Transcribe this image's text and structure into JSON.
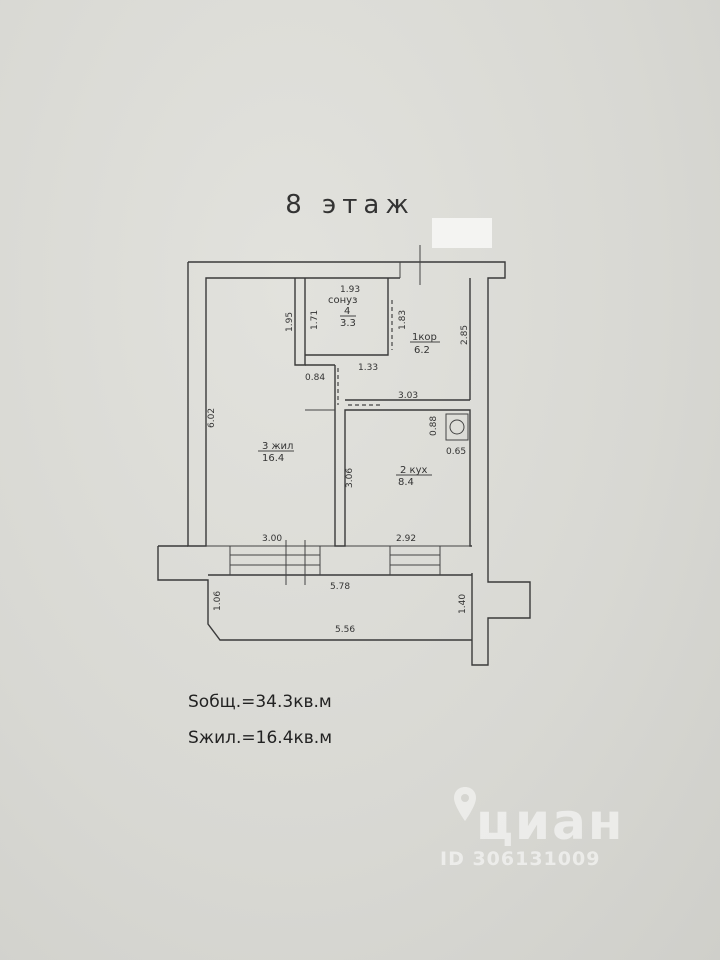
{
  "floor_title": "8 этаж",
  "rooms": {
    "bathroom": {
      "name": "сонуз",
      "number": "4",
      "area": "3.3"
    },
    "corridor": {
      "name": "1кор",
      "area": "6.2"
    },
    "living": {
      "name": "3 жил",
      "area": "16.4"
    },
    "kitchen": {
      "name": "2 кух",
      "area": "8.4"
    }
  },
  "dimensions": {
    "bath_top": "1.93",
    "bath_left_outer": "1.95",
    "bath_left_inner": "1.71",
    "bath_right": "1.83",
    "corridor_right": "2.85",
    "door_gap": "0.84",
    "corridor_bottom": "1.33",
    "kitchen_top": "3.03",
    "stove_height": "0.88",
    "stove_width": "0.65",
    "living_height": "6.02",
    "kitchen_left": "3.06",
    "living_bottom": "3.00",
    "kitchen_bottom": "2.92",
    "balcony_top": "5.78",
    "balcony_left": "1.06",
    "balcony_right": "1.40",
    "balcony_bottom": "5.56"
  },
  "areas": {
    "total": "Sобщ.=34.3кв.м",
    "living": "Sжил.=16.4кв.м"
  },
  "watermark": {
    "brand": "циан",
    "listing_id": "ID 306131009"
  }
}
